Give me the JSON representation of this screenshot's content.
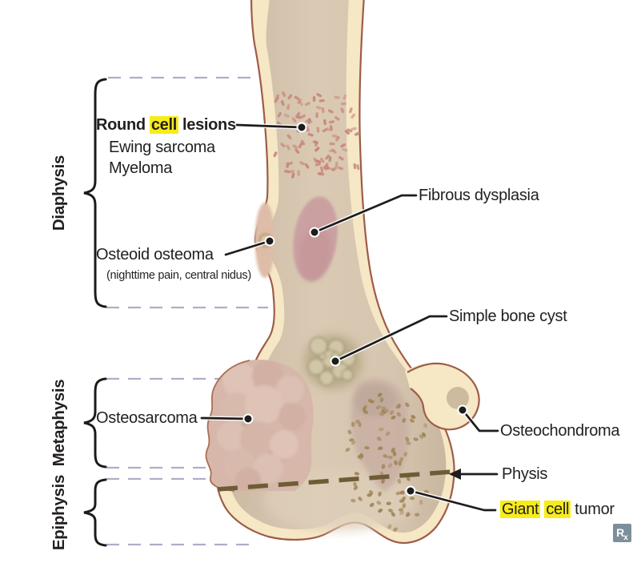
{
  "regions": {
    "diaphysis": "Diaphysis",
    "metaphysis": "Metaphysis",
    "epiphysis": "Epiphysis"
  },
  "annotations": {
    "round_cell": {
      "w1": "Round",
      "w2_highlight": "cell",
      "w3": "lesions"
    },
    "ewing": "Ewing sarcoma",
    "myeloma": "Myeloma",
    "osteoid": "Osteoid osteoma",
    "osteoid_note": "(nighttime pain, central nidus)",
    "fibrous_dysplasia": "Fibrous dysplasia",
    "simple_bone_cyst": "Simple bone cyst",
    "osteosarcoma": "Osteosarcoma",
    "osteochondroma": "Osteochondroma",
    "physis": "Physis",
    "giant_cell": {
      "w1_highlight": "Giant",
      "w2_highlight": "cell",
      "w3": "tumor"
    }
  },
  "logo": {
    "r": "R",
    "x": "x"
  },
  "colors": {
    "highlight_yellow": "#F7EC1B",
    "text": "#231F20",
    "bone_cortex_cream": "#F6E7C5",
    "bone_outline_brown": "#9D5C49",
    "marrow_tan": "#D6C5AF",
    "round_cell_stipple": "#C8867C",
    "fibrous_dysplasia_pink": "#CBA0A1",
    "cyst_olive": "#D1C7A8",
    "osteosarcoma_pink": "#D6B7AA",
    "giant_cell_dot_brown": "#A1865A",
    "physis_dash_brown": "#6E5C36",
    "region_dash_lavender": "#AEAEC8",
    "logo_bg": "#7D8F9B"
  }
}
